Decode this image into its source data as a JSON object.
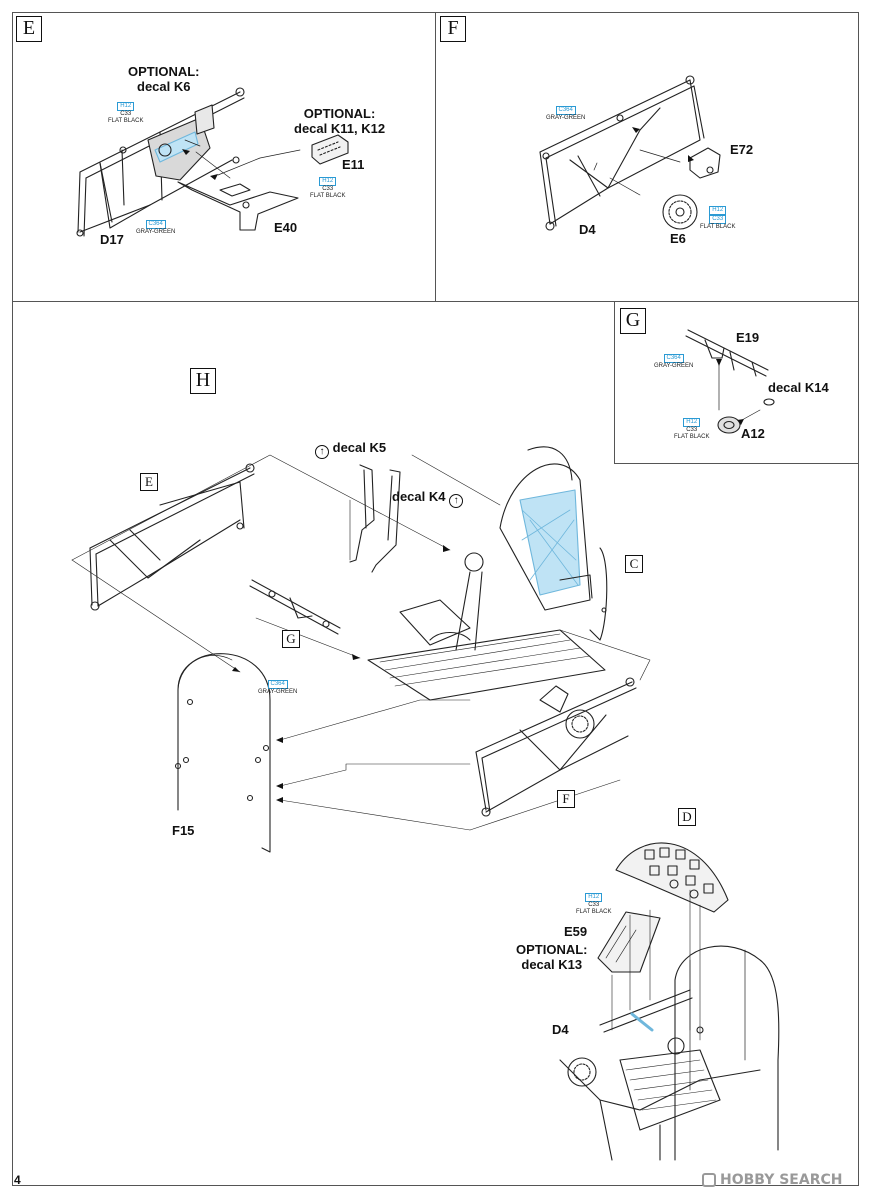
{
  "page_number": "4",
  "watermark": "HOBBY SEARCH",
  "steps": {
    "E": {
      "letter": "E",
      "optional_k6": [
        "OPTIONAL:",
        "decal K6"
      ],
      "optional_k11": [
        "OPTIONAL:",
        "decal K11, K12"
      ],
      "parts": {
        "e11": "E11",
        "e40": "E40",
        "d17": "D17"
      },
      "paint_flat_black": {
        "code1": "H12",
        "code2": "C33",
        "name": "FLAT BLACK"
      },
      "paint_flat_black_2": {
        "code1": "H12",
        "code2": "C33",
        "name": "FLAT BLACK"
      },
      "paint_gray_green": {
        "code": "C364",
        "name": "GRAY-GREEN"
      }
    },
    "F": {
      "letter": "F",
      "parts": {
        "e72": "E72",
        "d4": "D4",
        "e6": "E6"
      },
      "paint_gray_green": {
        "code": "C364",
        "name": "GRAY-GREEN"
      },
      "paint_flat_black": {
        "code1": "H12",
        "code2": "C33",
        "name": "FLAT BLACK"
      }
    },
    "G": {
      "letter": "G",
      "parts": {
        "e19": "E19",
        "a12": "A12",
        "decal_k14": "decal K14"
      },
      "paint_gray_green": {
        "code": "C364",
        "name": "GRAY-GREEN"
      },
      "paint_flat_black": {
        "code1": "H12",
        "code2": "C33",
        "name": "FLAT BLACK"
      }
    },
    "H": {
      "letter": "H",
      "decal_k5": "decal K5",
      "decal_k4": "decal K4",
      "subassembly_refs": {
        "e": "E",
        "c": "C",
        "g": "G",
        "f": "F",
        "d": "D"
      },
      "parts": {
        "f15": "F15",
        "e59": "E59",
        "d4": "D4"
      },
      "optional_k13": [
        "OPTIONAL:",
        "decal K13"
      ],
      "paint_gray_green": {
        "code": "C364",
        "name": "GRAY-GREEN"
      },
      "paint_flat_black": {
        "code1": "H12",
        "code2": "C33",
        "name": "FLAT BLACK"
      }
    }
  },
  "colors": {
    "paint_code_blue": "#2a9ad4",
    "highlight_blue": "#bfe3f5",
    "line": "#222222"
  }
}
